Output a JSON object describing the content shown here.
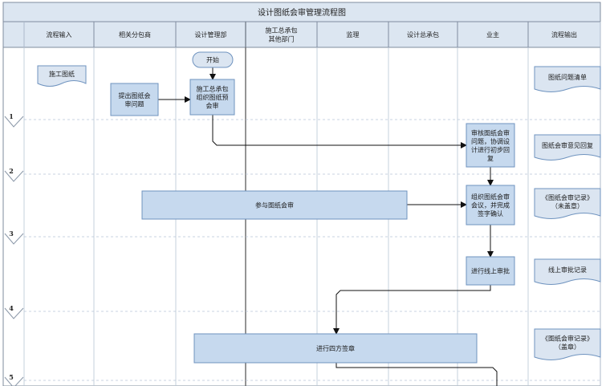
{
  "title": "设计图纸会审管理流程图",
  "lanes": [
    {
      "id": "input",
      "label": [
        "流程输入"
      ]
    },
    {
      "id": "sub",
      "label": [
        "相关分包商"
      ]
    },
    {
      "id": "design",
      "label": [
        "设计管理部"
      ]
    },
    {
      "id": "general",
      "label": [
        "施工总承包",
        "其他部门"
      ]
    },
    {
      "id": "super",
      "label": [
        "监理"
      ]
    },
    {
      "id": "dgc",
      "label": [
        "设计总承包"
      ]
    },
    {
      "id": "owner",
      "label": [
        "业主"
      ]
    },
    {
      "id": "output",
      "label": [
        "流程输出"
      ]
    }
  ],
  "stages": [
    "1",
    "2",
    "3",
    "4",
    "5"
  ],
  "nodes": [
    {
      "id": "start",
      "kind": "terminal",
      "lines": [
        "开始"
      ]
    },
    {
      "id": "doc_in",
      "kind": "document",
      "lines": [
        "施工图纸"
      ]
    },
    {
      "id": "sub_q",
      "kind": "process",
      "lines": [
        "提出图纸会",
        "审问题"
      ]
    },
    {
      "id": "gc_pre",
      "kind": "process",
      "lines": [
        "施工总承包",
        "组织图纸预",
        "会审"
      ]
    },
    {
      "id": "owner_rev",
      "kind": "process",
      "lines": [
        "审核图纸会审",
        "问题，协调设",
        "计进行初步回",
        "复"
      ]
    },
    {
      "id": "join",
      "kind": "process",
      "lines": [
        "参与图纸会审"
      ]
    },
    {
      "id": "owner_org",
      "kind": "process",
      "lines": [
        "组织图纸会审",
        "会议，并完成",
        "签字确认"
      ]
    },
    {
      "id": "online",
      "kind": "process",
      "lines": [
        "进行线上审批"
      ]
    },
    {
      "id": "sign4",
      "kind": "process",
      "lines": [
        "进行四方签章"
      ]
    },
    {
      "id": "out1",
      "kind": "document",
      "lines": [
        "图纸问题清单"
      ]
    },
    {
      "id": "out2",
      "kind": "document",
      "lines": [
        "图纸会审意见回复"
      ]
    },
    {
      "id": "out3",
      "kind": "document",
      "lines": [
        "《图纸会审记录》",
        "（未盖章）"
      ]
    },
    {
      "id": "out4",
      "kind": "document",
      "lines": [
        "线上审批记录"
      ]
    },
    {
      "id": "out5",
      "kind": "document",
      "lines": [
        "《图纸会审记录》",
        "（盖章）"
      ]
    }
  ],
  "edges": [
    {
      "from": "start",
      "to": "gc_pre"
    },
    {
      "from": "sub_q",
      "to": "gc_pre"
    },
    {
      "from": "gc_pre",
      "to": "owner_rev"
    },
    {
      "from": "owner_rev",
      "to": "owner_org"
    },
    {
      "from": "join",
      "to": "owner_org"
    },
    {
      "from": "owner_org",
      "to": "online"
    },
    {
      "from": "online",
      "to": "sign4"
    },
    {
      "from": "sign4",
      "to": "next"
    }
  ],
  "colors": {
    "title_bar": "#dce6f1",
    "header_fill": "#dce6f1",
    "box_fill": "#c6d9ee",
    "box_stroke": "#6f93bf",
    "doc_fill": "#dbe5f1",
    "terminal_fill": "#dbe5f1",
    "grid": "#b8c5d6",
    "lane_divider": "#666666",
    "arrow": "#111111"
  }
}
